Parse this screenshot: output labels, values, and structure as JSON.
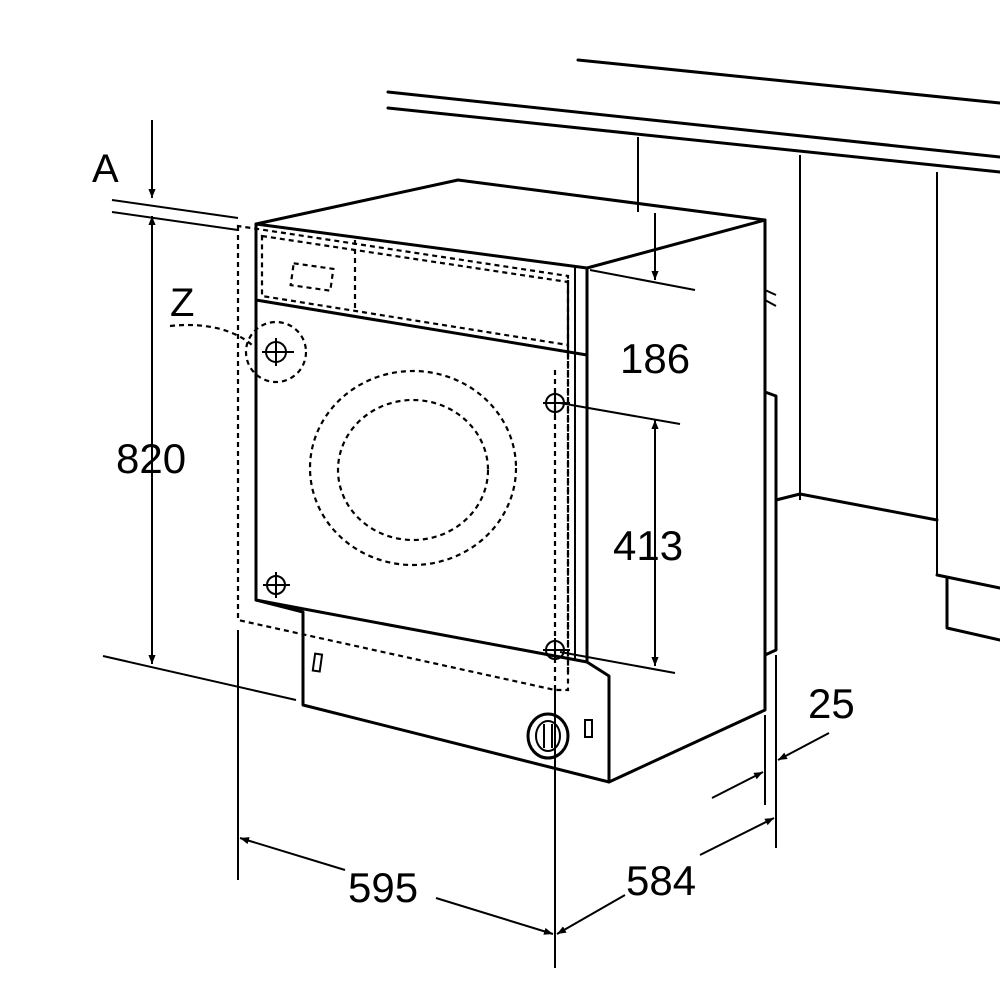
{
  "labels": {
    "a": "A",
    "z": "Z"
  },
  "dimensions": {
    "height": "820",
    "top_panel": "186",
    "mount_spacing": "413",
    "width": "595",
    "depth": "584",
    "door_offset": "25"
  }
}
